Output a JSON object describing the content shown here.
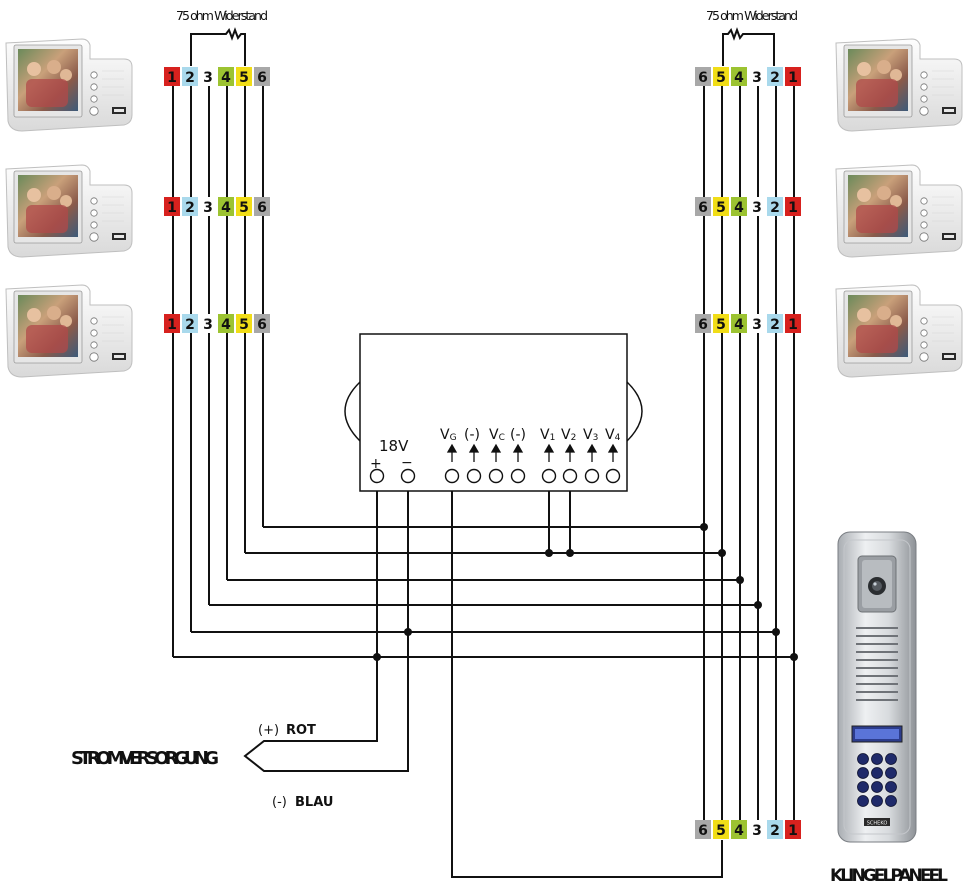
{
  "resistor_label": "75 ohm Widerstand",
  "terminals_left": [
    "1",
    "2",
    "3",
    "4",
    "5",
    "6"
  ],
  "terminals_right": [
    "6",
    "5",
    "4",
    "3",
    "2",
    "1"
  ],
  "terminal_colors": {
    "1": "#d7211e",
    "2": "#a9d9ec",
    "3": "#ffffff",
    "4": "#9cc331",
    "5": "#f1dd17",
    "6": "#a8a8a8"
  },
  "controller": {
    "power_label": "18V",
    "plus": "+",
    "minus": "−",
    "vg_label": "V",
    "vg_sub": "G",
    "minus_paren": "(-)",
    "vc_label": "V",
    "vc_sub": "C",
    "v1": "V",
    "v1_sub": "1",
    "v2": "V",
    "v2_sub": "2",
    "v3": "V",
    "v3_sub": "3",
    "v4": "V",
    "v4_sub": "4"
  },
  "power_supply": {
    "title": "STROMVERSORGUNG",
    "plus_prefix": "(+)",
    "plus_color": "ROT",
    "minus_prefix": "(-)",
    "minus_color": "BLAU"
  },
  "door_panel_label": "KLINGELPANEEL",
  "brand_mark": "SCHEKO"
}
